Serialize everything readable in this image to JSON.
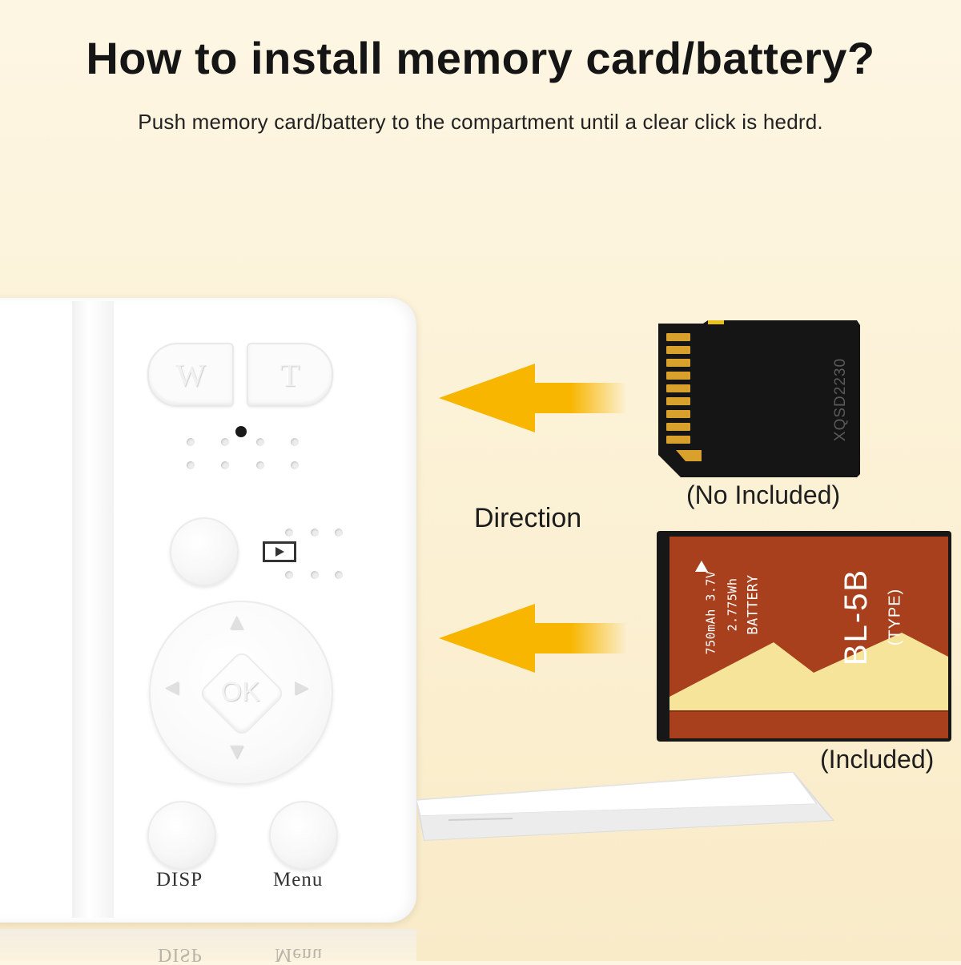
{
  "header": {
    "title": "How to install memory card/battery?",
    "subtitle": "Push memory card/battery to the compartment until a clear click is hedrd."
  },
  "camera": {
    "zoom_wide_label": "W",
    "zoom_tele_label": "T",
    "ok_label": "OK",
    "disp_label": "DISP",
    "menu_label": "Menu",
    "body_color": "#ffffff"
  },
  "direction_label": "Direction",
  "arrow_color": "#f7b500",
  "sd_card": {
    "model": "XQSD2230",
    "note": "(No Included)",
    "color": "#151515",
    "contact_color": "#d9a12b"
  },
  "battery": {
    "model": "BL-5B",
    "type_label": "(TYPE)",
    "label": "BATTERY",
    "capacity": "2.775Wh",
    "spec": "750mAh 3.7V",
    "note": "(Included)",
    "color": "#a8401e",
    "accent_color": "#f5e49a"
  }
}
